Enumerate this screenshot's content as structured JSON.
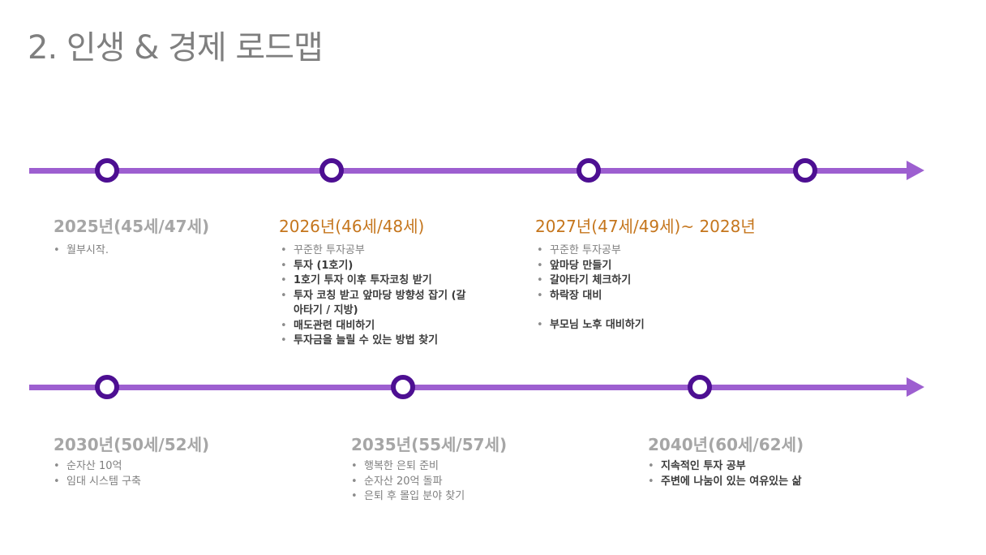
{
  "title": "2. 인생 & 경제 로드맵",
  "colors": {
    "line": "#9d5fd0",
    "milestone": "#4d0f92",
    "highlight": "#c5761d",
    "muted": "#a6a6a6"
  },
  "milestones": [
    {
      "header": "2025년(45세/47세)",
      "items": [
        "월부시작."
      ]
    },
    {
      "header": "2026년(46세/48세)",
      "items": [
        "꾸준한 투자공부",
        "투자 (1호기)",
        "1호기 투자 이후 투자코칭 받기",
        "투자 코칭 받고 앞마당 방향성 잡기 (갈아타기 / 지방)",
        "매도관련 대비하기",
        "투자금을 늘릴 수 있는 방법 찾기"
      ]
    },
    {
      "header": "2027년(47세/49세)~  2028년",
      "items": [
        "꾸준한 투자공부",
        "앞마당 만들기",
        "갈아타기 체크하기",
        "하락장 대비",
        "부모님 노후 대비하기"
      ]
    },
    {
      "header": "2030년(50세/52세)",
      "items": [
        "순자산 10억",
        "임대 시스템 구축"
      ]
    },
    {
      "header": "2035년(55세/57세)",
      "items": [
        "행복한 은퇴 준비",
        "순자산 20억 돌파",
        "은퇴 후 몰입 분야 찾기"
      ]
    },
    {
      "header": "2040년(60세/62세)",
      "items": [
        "지속적인 투자 공부",
        "주변에 나눔이 있는 여유있는 삶"
      ]
    }
  ]
}
